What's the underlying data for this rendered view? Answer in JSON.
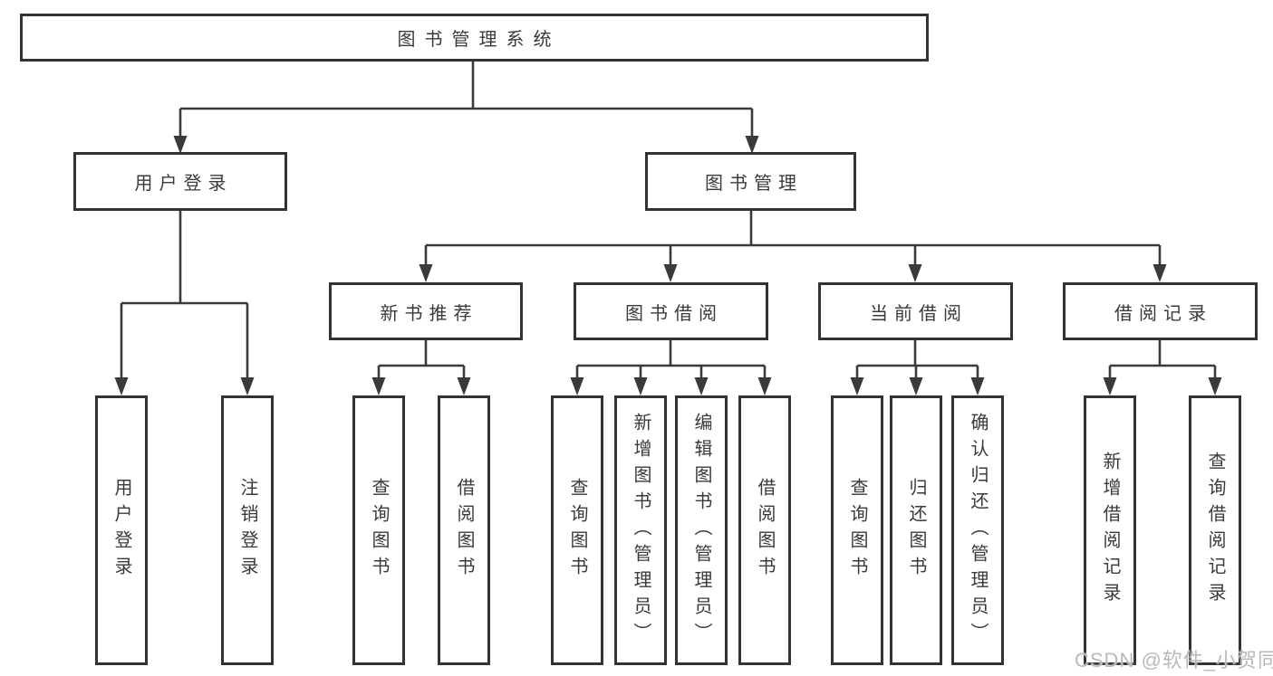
{
  "diagram": {
    "type": "tree-structure-chart",
    "watermark": "CSDN @软件_小贺同学",
    "colors": {
      "background": "#ffffff",
      "box_border": "#333333",
      "connector_line": "#3a3a3a",
      "text": "#3a3a3a",
      "watermark": "#b9b9b9"
    },
    "nodes": {
      "root": {
        "label": "图书管理系统"
      },
      "user_login": {
        "label": "用户登录"
      },
      "book_management": {
        "label": "图书管理"
      },
      "new_book_recommend": {
        "label": "新书推荐"
      },
      "book_borrowing": {
        "label": "图书借阅"
      },
      "current_borrowing": {
        "label": "当前借阅"
      },
      "borrowing_records": {
        "label": "借阅记录"
      },
      "leaf_user_login": {
        "label": "用户登录"
      },
      "leaf_logout": {
        "label": "注销登录"
      },
      "rec_query_books": {
        "label": "查询图书"
      },
      "rec_borrow_books": {
        "label": "借阅图书"
      },
      "bb_query_books": {
        "label": "查询图书"
      },
      "bb_add_books": {
        "label": "新增图书（管理员）"
      },
      "bb_edit_books": {
        "label": "编辑图书（管理员）"
      },
      "bb_borrow_books": {
        "label": "借阅图书"
      },
      "cb_query_books": {
        "label": "查询图书"
      },
      "cb_return_books": {
        "label": "归还图书"
      },
      "cb_confirm_return": {
        "label": "确认归还（管理员）"
      },
      "br_add_record": {
        "label": "新增借阅记录"
      },
      "br_query_record": {
        "label": "查询借阅记录"
      }
    },
    "hierarchy": {
      "root": [
        "user_login",
        "book_management"
      ],
      "user_login": [
        "leaf_user_login",
        "leaf_logout"
      ],
      "book_management": [
        "new_book_recommend",
        "book_borrowing",
        "current_borrowing",
        "borrowing_records"
      ],
      "new_book_recommend": [
        "rec_query_books",
        "rec_borrow_books"
      ],
      "book_borrowing": [
        "bb_query_books",
        "bb_add_books",
        "bb_edit_books",
        "bb_borrow_books"
      ],
      "current_borrowing": [
        "cb_query_books",
        "cb_return_books",
        "cb_confirm_return"
      ],
      "borrowing_records": [
        "br_add_record",
        "br_query_record"
      ]
    }
  }
}
